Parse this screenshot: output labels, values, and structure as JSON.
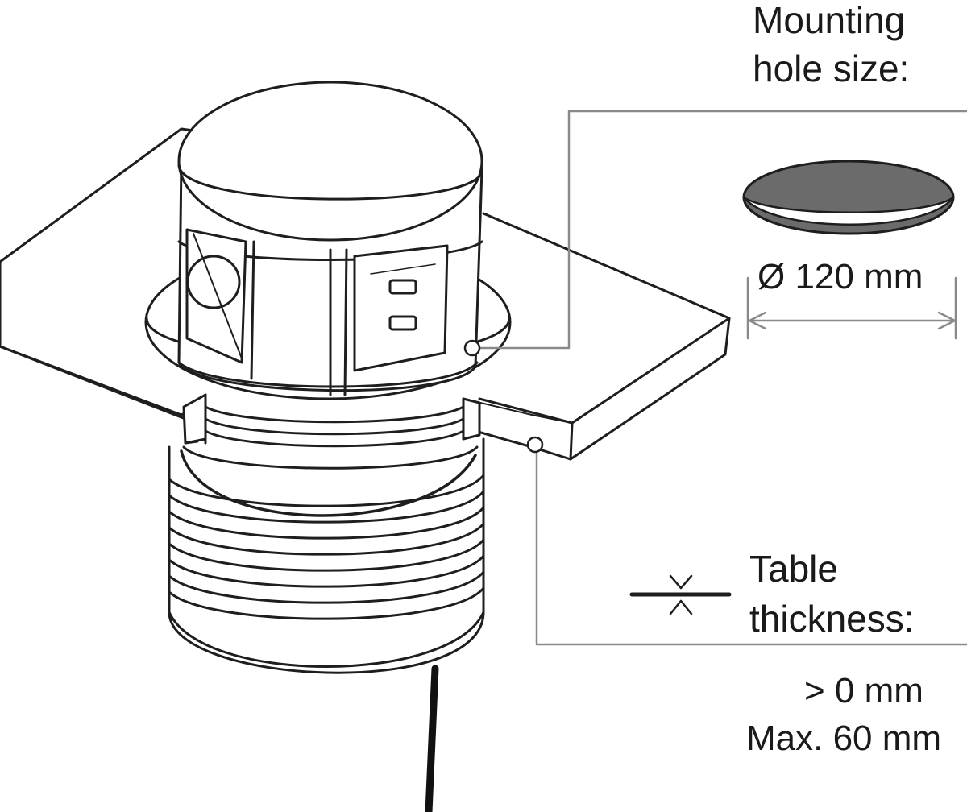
{
  "mounting": {
    "line1": "Mounting",
    "line2": "hole size:",
    "diameter": "Ø 120 mm"
  },
  "thickness": {
    "line1": "Table",
    "line2": "thickness:",
    "min": ">  0 mm",
    "max": "Max. 60 mm"
  },
  "colors": {
    "line": "#1e1e1e",
    "fill": "#ffffff",
    "dark": "#6b6b6b",
    "leader": "#8a8a8a",
    "cable": "#111111"
  }
}
